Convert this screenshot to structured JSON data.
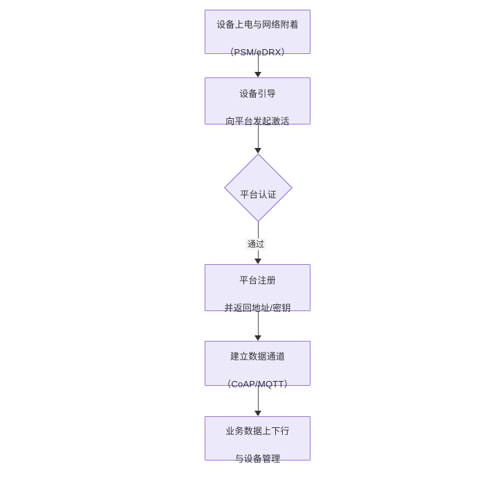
{
  "diagram": {
    "type": "flowchart",
    "orientation": "top-to-bottom",
    "title": "",
    "background_color": "#ffffff",
    "node_fill_color": "#eceafa",
    "node_border_color": "#9673d3",
    "text_color": "#333333",
    "edge_color": "#4d4d4d",
    "nodes": [
      {
        "id": "n1",
        "shape": "rectangle",
        "label": "设备上电与网络附着\n（PSM/eDRX）",
        "line1": "设备上电与网络附着",
        "line2": "（PSM/eDRX）"
      },
      {
        "id": "n2",
        "shape": "rectangle",
        "label": "设备引导\n向平台发起激活",
        "line1": "设备引导",
        "line2": "向平台发起激活"
      },
      {
        "id": "n3",
        "shape": "diamond",
        "label": "平台认证",
        "line1": "平台认证",
        "line2": ""
      },
      {
        "id": "n4",
        "shape": "rectangle",
        "label": "平台注册\n并返回地址/密钥",
        "line1": "平台注册",
        "line2": "并返回地址/密钥"
      },
      {
        "id": "n5",
        "shape": "rectangle",
        "label": "建立数据通道\n（CoAP/MQTT）",
        "line1": "建立数据通道",
        "line2": "（CoAP/MQTT）"
      },
      {
        "id": "n6",
        "shape": "rectangle",
        "label": "业务数据上下行\n与设备管理",
        "line1": "业务数据上下行",
        "line2": "与设备管理"
      }
    ],
    "edges": [
      {
        "id": "e1",
        "from": "n1",
        "to": "n2",
        "label": ""
      },
      {
        "id": "e2",
        "from": "n2",
        "to": "n3",
        "label": ""
      },
      {
        "id": "e3",
        "from": "n3",
        "to": "n4",
        "label": "通过"
      },
      {
        "id": "e4",
        "from": "n4",
        "to": "n5",
        "label": ""
      },
      {
        "id": "e5",
        "from": "n5",
        "to": "n6",
        "label": ""
      }
    ]
  }
}
